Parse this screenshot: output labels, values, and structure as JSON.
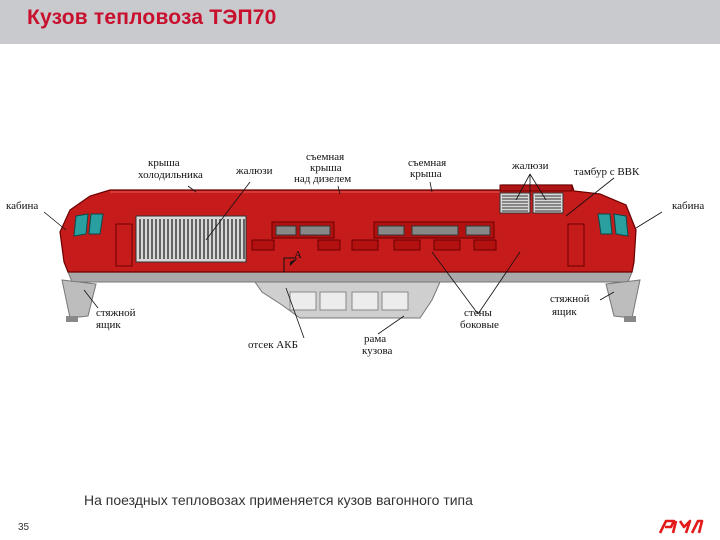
{
  "slide": {
    "title": "Кузов тепловоза ТЭП70",
    "caption": "На поездных тепловозах применяется кузов вагонного типа",
    "page_number": "35",
    "logo_text": "ржд"
  },
  "colors": {
    "body_red": "#c61b1b",
    "title_red": "#c8102e",
    "header_gray": "#c9cacd",
    "frame_gray": "#c8c8c8",
    "window_teal": "#2a9fa0"
  },
  "labels": {
    "kabina_left": "кабина",
    "kabina_right": "кабина",
    "krysha_holod_1": "крыша",
    "krysha_holod_2": "холодильника",
    "zhaluzi_1": "жалюзи",
    "semnaya_diesel_1": "съемная",
    "semnaya_diesel_2": "крыша",
    "semnaya_diesel_3": "над дизелем",
    "semnaya_krysha_1": "съемная",
    "semnaya_krysha_2": "крыша",
    "zhaluzi_2": "жалюзи",
    "tambur": "тамбур с ВВК",
    "styazhnoy_left_1": "стяжной",
    "styazhnoy_left_2": "ящик",
    "styazhnoy_right_1": "стяжной",
    "styazhnoy_right_2": "ящик",
    "otsek_akb": "отсек АКБ",
    "rama_1": "рама",
    "rama_2": "кузова",
    "steny_1": "стены",
    "steny_2": "боковые",
    "section_mark": "А"
  }
}
